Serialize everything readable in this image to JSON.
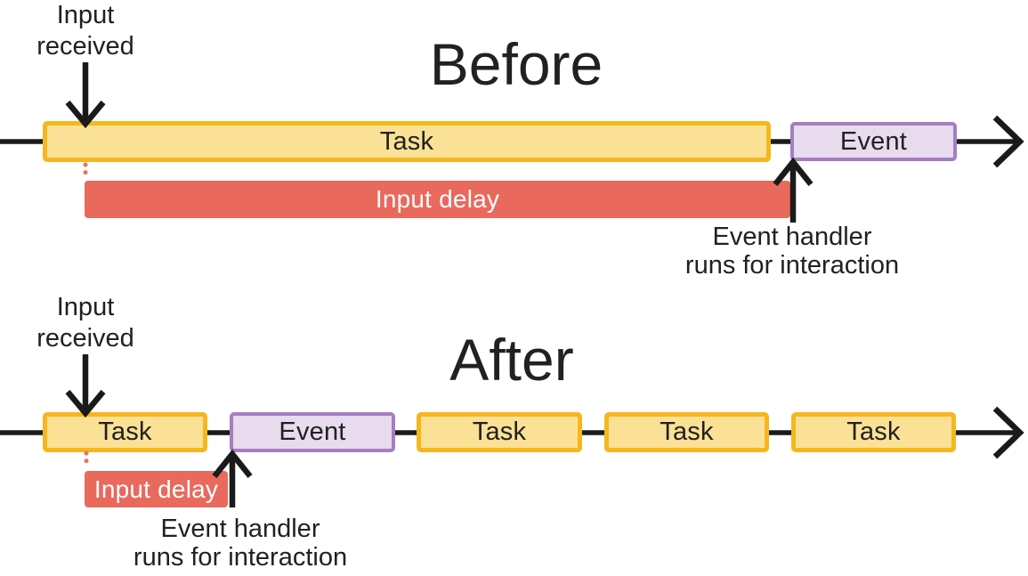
{
  "colors": {
    "task_fill": "#FBE195",
    "task_border": "#F5B71E",
    "event_fill": "#E8DBEE",
    "event_border": "#A57EC2",
    "delay_fill": "#E9695D",
    "delay_text": "#FFFFFF",
    "line": "#1A1A1A",
    "dotted": "#EC7063",
    "text": "#212124"
  },
  "before": {
    "title": "Before",
    "input_received": {
      "line1": "Input",
      "line2": "received"
    },
    "task": {
      "label": "Task"
    },
    "event": {
      "label": "Event"
    },
    "input_delay": {
      "label": "Input delay"
    },
    "event_handler": {
      "line1": "Event handler",
      "line2": "runs for interaction"
    }
  },
  "after": {
    "title": "After",
    "input_received": {
      "line1": "Input",
      "line2": "received"
    },
    "sequence": [
      {
        "type": "task",
        "label": "Task"
      },
      {
        "type": "event",
        "label": "Event"
      },
      {
        "type": "task",
        "label": "Task"
      },
      {
        "type": "task",
        "label": "Task"
      },
      {
        "type": "task",
        "label": "Task"
      }
    ],
    "input_delay": {
      "label": "Input delay"
    },
    "event_handler": {
      "line1": "Event handler",
      "line2": "runs for interaction"
    }
  }
}
